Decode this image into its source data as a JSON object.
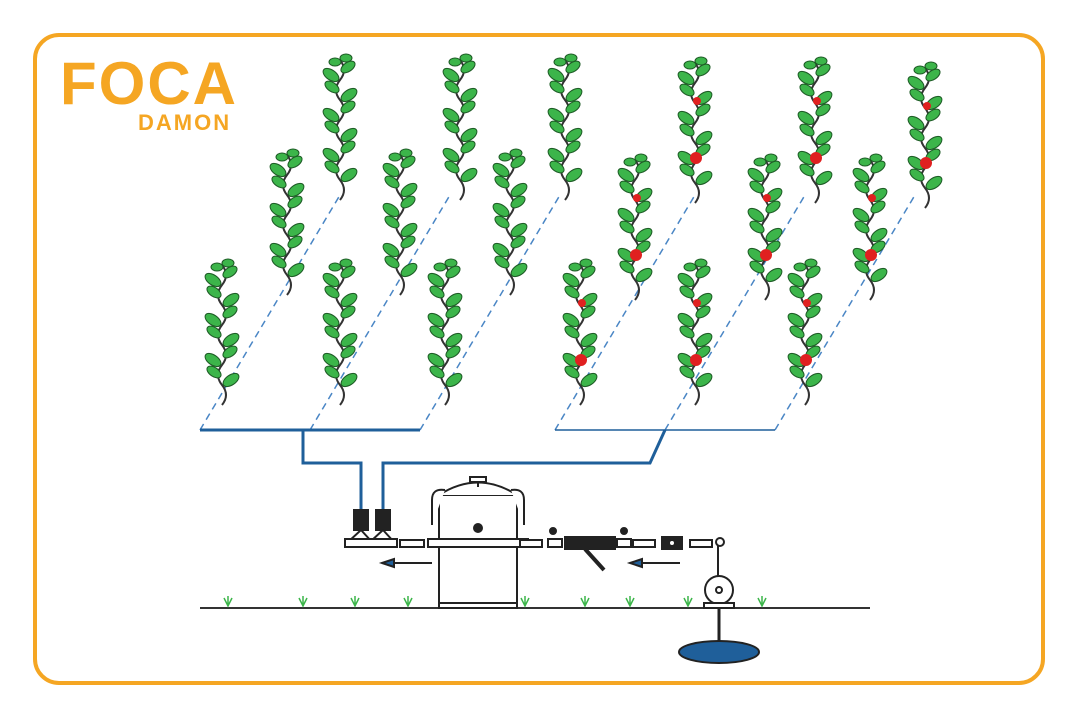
{
  "logo": {
    "main_text": "FOCA",
    "sub_text": "DAMON"
  },
  "colors": {
    "brand": "#f5a623",
    "pipe": "#1f5f9a",
    "leaf": "#3cb54a",
    "fruit": "#e02020",
    "water": "#1f5f9a"
  },
  "diagram": {
    "left_field": {
      "plants": 9,
      "fruiting": false
    },
    "right_field": {
      "plants": 9,
      "fruiting": true
    },
    "components": [
      "solenoid-valve",
      "solenoid-valve",
      "fertilizer-tank",
      "screen-filter",
      "check-valve",
      "water-pump",
      "water-source"
    ]
  }
}
